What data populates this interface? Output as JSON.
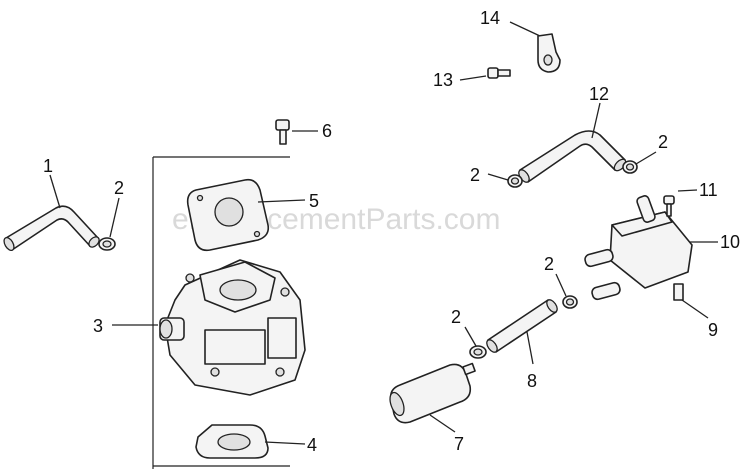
{
  "watermark": "eReplacementParts.com",
  "callouts": [
    {
      "id": "c1",
      "text": "1"
    },
    {
      "id": "c2a",
      "text": "2"
    },
    {
      "id": "c3",
      "text": "3"
    },
    {
      "id": "c4",
      "text": "4"
    },
    {
      "id": "c5",
      "text": "5"
    },
    {
      "id": "c6",
      "text": "6"
    },
    {
      "id": "c7",
      "text": "7"
    },
    {
      "id": "c8",
      "text": "8"
    },
    {
      "id": "c2b",
      "text": "2"
    },
    {
      "id": "c2c",
      "text": "2"
    },
    {
      "id": "c9",
      "text": "9"
    },
    {
      "id": "c10",
      "text": "10"
    },
    {
      "id": "c11",
      "text": "11"
    },
    {
      "id": "c2d",
      "text": "2"
    },
    {
      "id": "c2e",
      "text": "2"
    },
    {
      "id": "c12",
      "text": "12"
    },
    {
      "id": "c13",
      "text": "13"
    },
    {
      "id": "c14",
      "text": "14"
    }
  ]
}
